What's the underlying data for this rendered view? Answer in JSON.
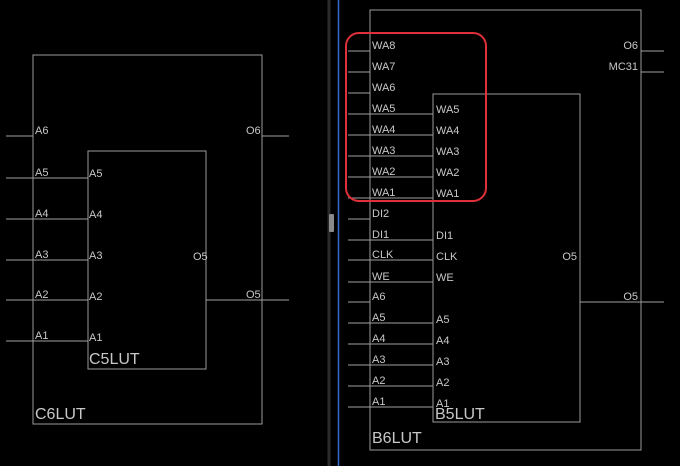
{
  "left_panel": {
    "outer_block_label": "C6LUT",
    "inner_block_label": "C5LUT",
    "outer_inputs": [
      "A6",
      "A5",
      "A4",
      "A3",
      "A2",
      "A1"
    ],
    "inner_inputs": [
      "A5",
      "A4",
      "A3",
      "A2",
      "A1"
    ],
    "outer_outputs": [
      "O6",
      "O5"
    ],
    "inner_output": "O5"
  },
  "right_panel": {
    "outer_block_label": "B6LUT",
    "inner_block_label": "B5LUT",
    "outer_inputs": [
      "WA8",
      "WA7",
      "WA6",
      "WA5",
      "WA4",
      "WA3",
      "WA2",
      "WA1",
      "DI2",
      "DI1",
      "CLK",
      "WE",
      "A6",
      "A5",
      "A4",
      "A3",
      "A2",
      "A1"
    ],
    "inner_inputs": [
      "WA5",
      "WA4",
      "WA3",
      "WA2",
      "WA1",
      "DI1",
      "CLK",
      "WE",
      "A5",
      "A4",
      "A3",
      "A2",
      "A1"
    ],
    "outer_outputs": [
      "O6",
      "MC31",
      "O5"
    ],
    "inner_output": "O5"
  },
  "colors": {
    "background": "#000000",
    "wire": "#a0a0a0",
    "text": "#c8c8c8",
    "highlight": "#e0303a",
    "divider": "#3a6ad0"
  }
}
